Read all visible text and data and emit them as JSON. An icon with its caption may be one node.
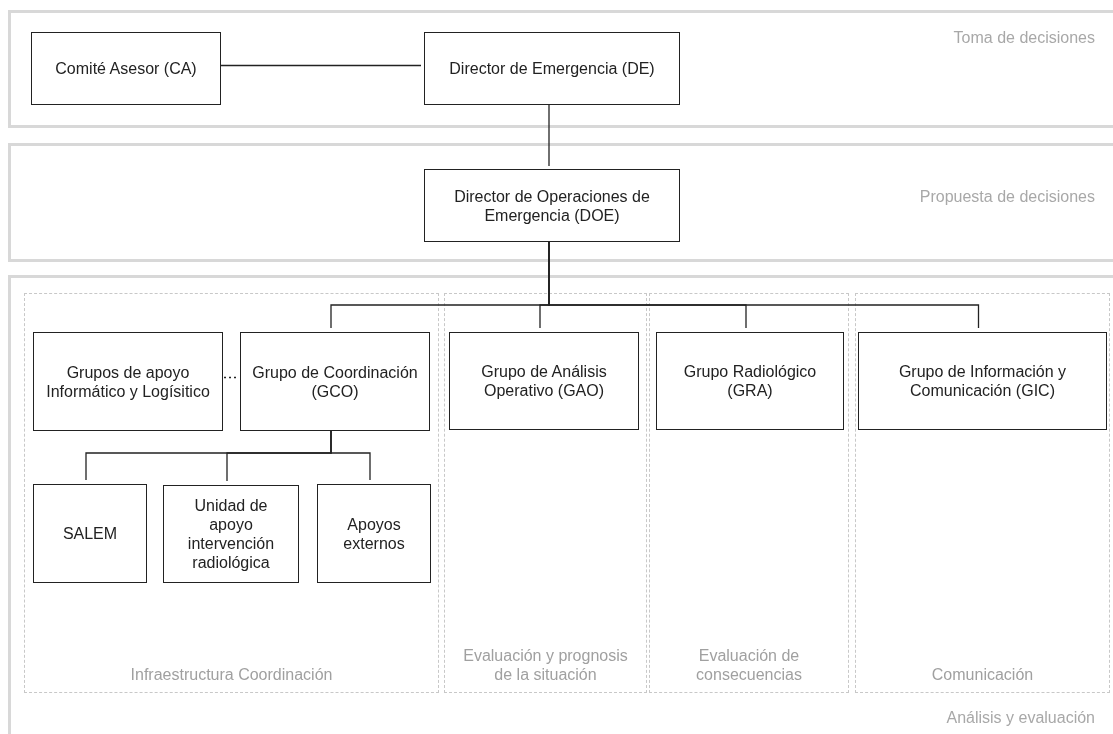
{
  "diagram": {
    "nodes": [
      {
        "text": [
          "Toma de decisiones"
        ]
      },
      {
        "text": [
          "Comité Asesor (CA)"
        ],
        "in": 0
      },
      {
        "text": [
          "Director de Emergencia (DE)"
        ],
        "in": 0
      },
      {
        "text": [
          "Propuesta de decisiones"
        ]
      },
      {
        "text": [
          "Director de Operaciones de Emergencia (DOE)"
        ],
        "in": 3
      },
      {
        "text": [
          "Análisis y evaluación"
        ]
      },
      {
        "text": [
          "Infraestructura Coordinación"
        ],
        "in": 5
      },
      {
        "text": [
          "Grupos de apoyo Informático y Logísitico"
        ],
        "in": 6
      },
      {
        "text": [
          "Grupo de Coordinación (GCO)"
        ],
        "in": 6
      },
      {
        "text": [
          "SALEM"
        ],
        "in": 6
      },
      {
        "text": [
          "Unidad de apoyo intervención radiológica"
        ],
        "in": 6
      },
      {
        "text": [
          "Apoyos externos"
        ],
        "in": 6
      },
      {
        "text": [
          "Evaluación y prognosis de la situación"
        ],
        "in": 5
      },
      {
        "text": [
          "Grupo de Análisis Operativo (GAO)"
        ],
        "in": 12
      },
      {
        "text": [
          "Evaluación de consecuencias"
        ],
        "in": 5
      },
      {
        "text": [
          "Grupo Radiológico (GRA)"
        ],
        "in": 14
      },
      {
        "text": [
          "Comunicación"
        ],
        "in": 5
      },
      {
        "text": [
          "Grupo de Información y Comunicación (GIC)"
        ],
        "in": 16
      }
    ],
    "edges": [
      {
        "from": 1,
        "to": 2,
        "arrow": "none"
      },
      {
        "from": 2,
        "to": 4,
        "arrow": "none"
      },
      {
        "from": 4,
        "to": 8,
        "arrow": "none"
      },
      {
        "from": 4,
        "to": 13,
        "arrow": "none"
      },
      {
        "from": 4,
        "to": 15,
        "arrow": "none"
      },
      {
        "from": 4,
        "to": 17,
        "arrow": "none"
      },
      {
        "from": 7,
        "to": 8,
        "arrow": "none",
        "style": "dashed"
      },
      {
        "from": 8,
        "to": 9,
        "arrow": "none"
      },
      {
        "from": 8,
        "to": 10,
        "arrow": "none"
      },
      {
        "from": 8,
        "to": 11,
        "arrow": "none"
      }
    ]
  }
}
